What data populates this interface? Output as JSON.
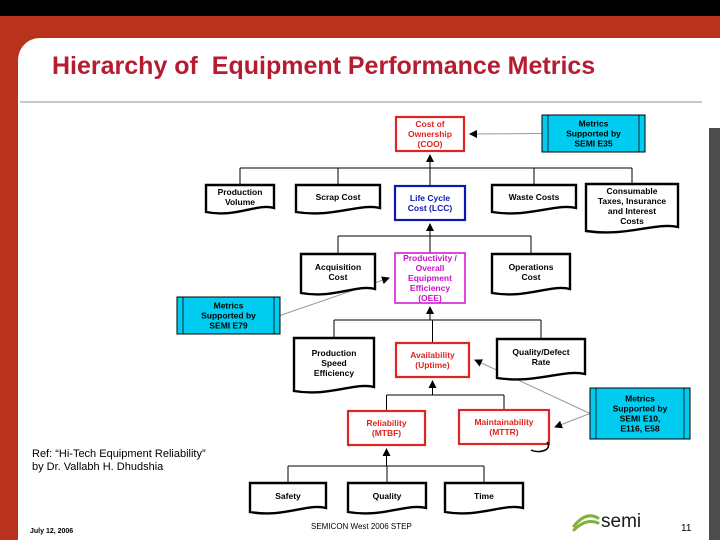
{
  "slide": {
    "title": "Hierarchy of  Equipment Performance Metrics",
    "reference": [
      "Ref: “Hi-Tech Equipment Reliability”",
      "by Dr. Vallabh H. Dhudshia"
    ],
    "footer": {
      "date": "July 12, 2006",
      "event": "SEMICON West 2006 STEP",
      "page_number": "11"
    },
    "logo_text": "semi"
  },
  "colors": {
    "frame_red": "#b8321e",
    "title_red": "#b51c30",
    "node_red": "#e0241f",
    "node_blue": "#0a18b0",
    "node_magenta": "#cc10cc",
    "callout_cyan": "#00ccf0",
    "logo_green": "#7fb238"
  },
  "diagram": {
    "nodes": [
      {
        "id": "coo",
        "lines": [
          "Cost of",
          "Ownership",
          "(COO)"
        ],
        "style": "red"
      },
      {
        "id": "production-volume",
        "lines": [
          "Production",
          "Volume"
        ],
        "style": "doc"
      },
      {
        "id": "scrap-cost",
        "lines": [
          "Scrap Cost"
        ],
        "style": "doc"
      },
      {
        "id": "lcc",
        "lines": [
          "Life Cycle",
          "Cost (LCC)"
        ],
        "style": "blue"
      },
      {
        "id": "waste-costs",
        "lines": [
          "Waste Costs"
        ],
        "style": "doc"
      },
      {
        "id": "consumable",
        "lines": [
          "Consumable",
          "Taxes, Insurance",
          "and Interest",
          "Costs"
        ],
        "style": "doc"
      },
      {
        "id": "acquisition-cost",
        "lines": [
          "Acquisition",
          "Cost"
        ],
        "style": "doc"
      },
      {
        "id": "oee",
        "lines": [
          "Productivity /",
          "Overall",
          "Equipment",
          "Efficiency",
          "(OEE)"
        ],
        "style": "magenta"
      },
      {
        "id": "operations-cost",
        "lines": [
          "Operations",
          "Cost"
        ],
        "style": "doc"
      },
      {
        "id": "production-speed",
        "lines": [
          "Production",
          "Speed",
          "Efficiency"
        ],
        "style": "doc"
      },
      {
        "id": "availability",
        "lines": [
          "Availability",
          "(Uptime)"
        ],
        "style": "red"
      },
      {
        "id": "quality-defect",
        "lines": [
          "Quality/Defect",
          "Rate"
        ],
        "style": "doc"
      },
      {
        "id": "reliability",
        "lines": [
          "Reliability",
          "(MTBF)"
        ],
        "style": "red"
      },
      {
        "id": "maintainability",
        "lines": [
          "Maintainability",
          "(MTTR)"
        ],
        "style": "red"
      },
      {
        "id": "safety",
        "lines": [
          "Safety"
        ],
        "style": "doc"
      },
      {
        "id": "quality",
        "lines": [
          "Quality"
        ],
        "style": "doc"
      },
      {
        "id": "time",
        "lines": [
          "Time"
        ],
        "style": "doc"
      }
    ],
    "edges": [
      {
        "parent": "coo",
        "children": [
          "production-volume",
          "scrap-cost",
          "lcc",
          "waste-costs",
          "consumable"
        ]
      },
      {
        "parent": "lcc",
        "children": [
          "acquisition-cost",
          "oee",
          "operations-cost"
        ]
      },
      {
        "parent": "oee",
        "children": [
          "production-speed",
          "availability",
          "quality-defect"
        ]
      },
      {
        "parent": "availability",
        "children": [
          "reliability",
          "maintainability"
        ]
      },
      {
        "parent": "reliability",
        "children": [
          "safety",
          "quality",
          "time"
        ]
      }
    ],
    "callouts": [
      {
        "id": "e35",
        "lines": [
          "Metrics",
          "Supported by",
          "SEMI E35"
        ],
        "targets": [
          "coo"
        ]
      },
      {
        "id": "e79",
        "lines": [
          "Metrics",
          "Supported by",
          "SEMI E79"
        ],
        "targets": [
          "oee"
        ]
      },
      {
        "id": "e10",
        "lines": [
          "Metrics",
          "Supported by",
          "SEMI E10,",
          "E116, E58"
        ],
        "targets": [
          "availability",
          "maintainability"
        ]
      }
    ]
  }
}
